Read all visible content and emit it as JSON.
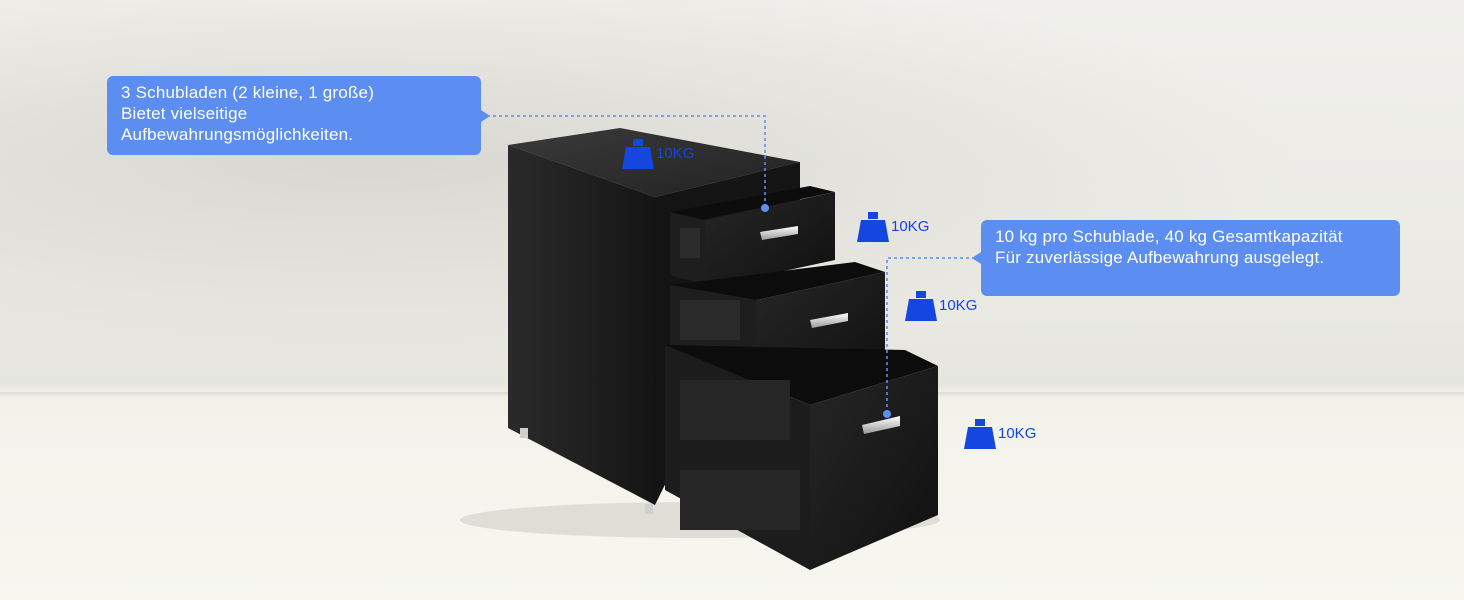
{
  "callouts": {
    "left": {
      "lines": [
        "3 Schubladen (2 kleine, 1 große)",
        "Bietet vielseitige",
        "Aufbewahrungsmöglichkeiten."
      ]
    },
    "right": {
      "lines": [
        "10 kg pro Schublade, 40 kg Gesamtkapazität",
        "Für zuverlässige Aufbewahrung ausgelegt."
      ]
    }
  },
  "weights": {
    "top": "10KG",
    "drawer1": "10KG",
    "drawer2": "10KG",
    "drawer3": "10KG"
  },
  "colors": {
    "accent": "#5b8ef0",
    "weight_icon": "#1446e0",
    "cabinet": "#1b1b1b"
  },
  "icons": {
    "weight": "weight-icon"
  }
}
